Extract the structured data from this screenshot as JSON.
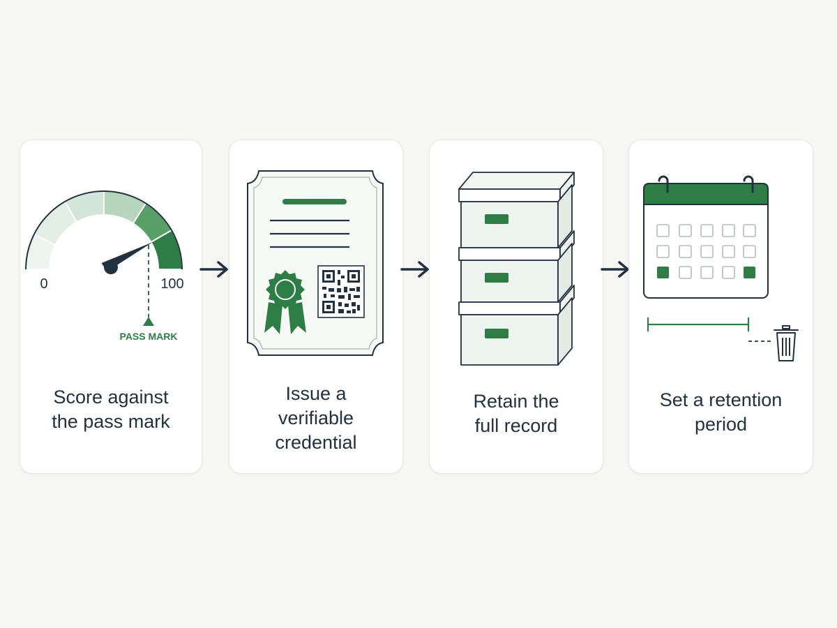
{
  "colors": {
    "ink": "#22313f",
    "green": "#2f7d46",
    "green_light": "#e5efe7",
    "card_bg": "#ffffff",
    "page_bg": "#f6f6f5"
  },
  "steps": [
    {
      "caption_lines": [
        "Score against",
        "the pass mark"
      ],
      "gauge": {
        "min_label": "0",
        "max_label": "100",
        "marker_label": "PASS MARK",
        "icon": "gauge-icon"
      }
    },
    {
      "caption_lines": [
        "Issue a",
        "verifiable",
        "credential"
      ],
      "icon": "certificate-icon"
    },
    {
      "caption_lines": [
        "Retain the",
        "full record"
      ],
      "icon": "archive-boxes-icon"
    },
    {
      "caption_lines": [
        "Set a retention",
        "period"
      ],
      "icon": "calendar-icon"
    }
  ]
}
